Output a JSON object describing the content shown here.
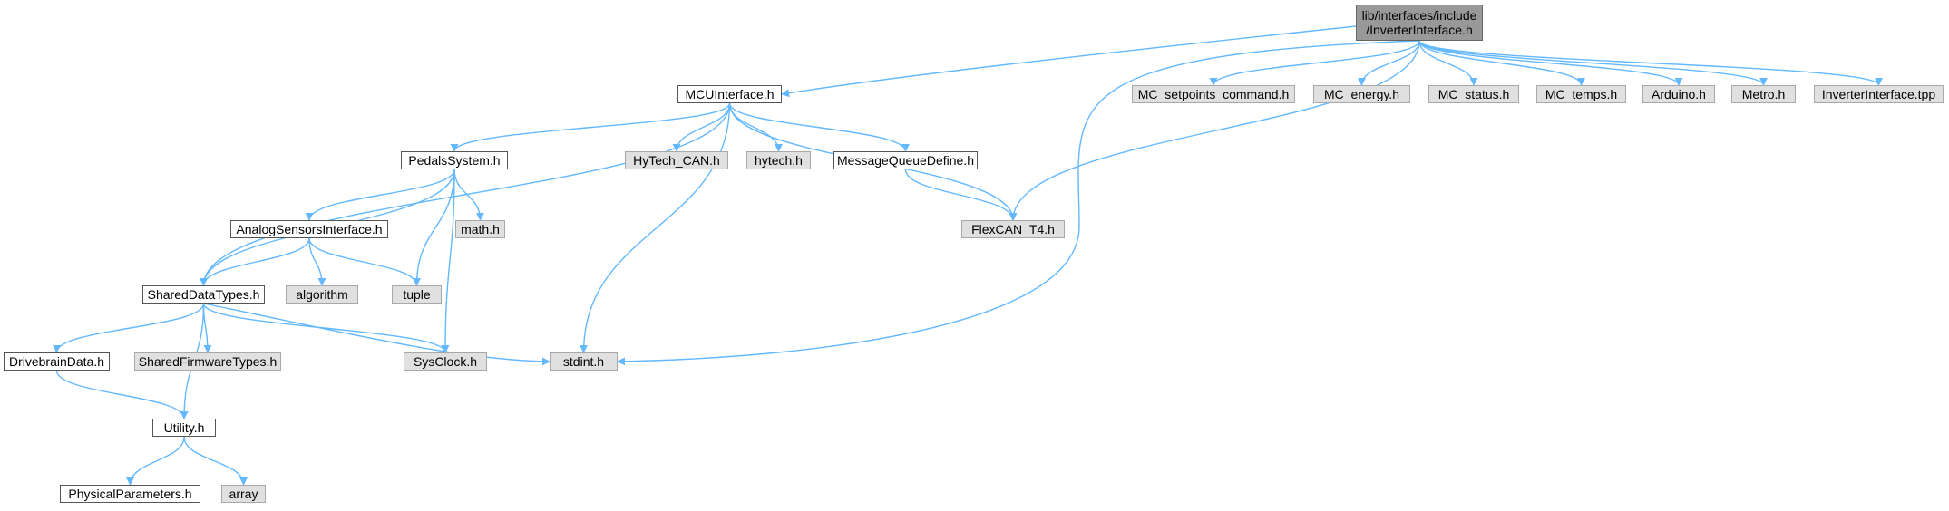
{
  "diagram": {
    "nodes": [
      {
        "id": "root",
        "lines": [
          "lib/interfaces/include",
          "/InverterInterface.h"
        ],
        "kind": "root"
      },
      {
        "id": "mcu",
        "lines": [
          "MCUInterface.h"
        ],
        "kind": "local"
      },
      {
        "id": "mcset",
        "lines": [
          "MC_setpoints_command.h"
        ],
        "kind": "ext"
      },
      {
        "id": "mcenergy",
        "lines": [
          "MC_energy.h"
        ],
        "kind": "ext"
      },
      {
        "id": "mcstatus",
        "lines": [
          "MC_status.h"
        ],
        "kind": "ext"
      },
      {
        "id": "mctemps",
        "lines": [
          "MC_temps.h"
        ],
        "kind": "ext"
      },
      {
        "id": "arduino",
        "lines": [
          "Arduino.h"
        ],
        "kind": "ext"
      },
      {
        "id": "metro",
        "lines": [
          "Metro.h"
        ],
        "kind": "ext"
      },
      {
        "id": "tpp",
        "lines": [
          "InverterInterface.tpp"
        ],
        "kind": "ext"
      },
      {
        "id": "pedals",
        "lines": [
          "PedalsSystem.h"
        ],
        "kind": "local"
      },
      {
        "id": "hytechcan",
        "lines": [
          "HyTech_CAN.h"
        ],
        "kind": "ext"
      },
      {
        "id": "hytech",
        "lines": [
          "hytech.h"
        ],
        "kind": "ext"
      },
      {
        "id": "mqdef",
        "lines": [
          "MessageQueueDefine.h"
        ],
        "kind": "local"
      },
      {
        "id": "flexcan",
        "lines": [
          "FlexCAN_T4.h"
        ],
        "kind": "ext"
      },
      {
        "id": "analog",
        "lines": [
          "AnalogSensorsInterface.h"
        ],
        "kind": "local"
      },
      {
        "id": "math",
        "lines": [
          "math.h"
        ],
        "kind": "ext"
      },
      {
        "id": "shared",
        "lines": [
          "SharedDataTypes.h"
        ],
        "kind": "local"
      },
      {
        "id": "algorithm",
        "lines": [
          "algorithm"
        ],
        "kind": "ext"
      },
      {
        "id": "tuple",
        "lines": [
          "tuple"
        ],
        "kind": "ext"
      },
      {
        "id": "drivebrain",
        "lines": [
          "DrivebrainData.h"
        ],
        "kind": "local"
      },
      {
        "id": "sharedfw",
        "lines": [
          "SharedFirmwareTypes.h"
        ],
        "kind": "ext"
      },
      {
        "id": "sysclock",
        "lines": [
          "SysClock.h"
        ],
        "kind": "ext"
      },
      {
        "id": "stdint",
        "lines": [
          "stdint.h"
        ],
        "kind": "ext"
      },
      {
        "id": "utility",
        "lines": [
          "Utility.h"
        ],
        "kind": "local"
      },
      {
        "id": "physical",
        "lines": [
          "PhysicalParameters.h"
        ],
        "kind": "local"
      },
      {
        "id": "array",
        "lines": [
          "array"
        ],
        "kind": "ext"
      }
    ],
    "edges": [
      [
        "root",
        "mcu"
      ],
      [
        "root",
        "mcset"
      ],
      [
        "root",
        "mcenergy"
      ],
      [
        "root",
        "mcstatus"
      ],
      [
        "root",
        "mctemps"
      ],
      [
        "root",
        "arduino"
      ],
      [
        "root",
        "metro"
      ],
      [
        "root",
        "tpp"
      ],
      [
        "root",
        "flexcan"
      ],
      [
        "root",
        "stdint"
      ],
      [
        "mcu",
        "shared"
      ],
      [
        "mcu",
        "pedals"
      ],
      [
        "mcu",
        "stdint"
      ],
      [
        "mcu",
        "hytechcan"
      ],
      [
        "mcu",
        "hytech"
      ],
      [
        "mcu",
        "mqdef"
      ],
      [
        "mcu",
        "flexcan"
      ],
      [
        "pedals",
        "shared"
      ],
      [
        "pedals",
        "analog"
      ],
      [
        "pedals",
        "math"
      ],
      [
        "pedals",
        "tuple"
      ],
      [
        "pedals",
        "sysclock"
      ],
      [
        "mqdef",
        "flexcan"
      ],
      [
        "analog",
        "shared"
      ],
      [
        "analog",
        "algorithm"
      ],
      [
        "analog",
        "tuple"
      ],
      [
        "shared",
        "drivebrain"
      ],
      [
        "shared",
        "sharedfw"
      ],
      [
        "shared",
        "sysclock"
      ],
      [
        "shared",
        "stdint"
      ],
      [
        "shared",
        "utility"
      ],
      [
        "drivebrain",
        "utility"
      ],
      [
        "utility",
        "physical"
      ],
      [
        "utility",
        "array"
      ]
    ]
  },
  "colors": {
    "edge": "#63b8ff",
    "root_fill": "#999999",
    "external_fill": "#e0e0e0",
    "local_fill": "#ffffff"
  }
}
